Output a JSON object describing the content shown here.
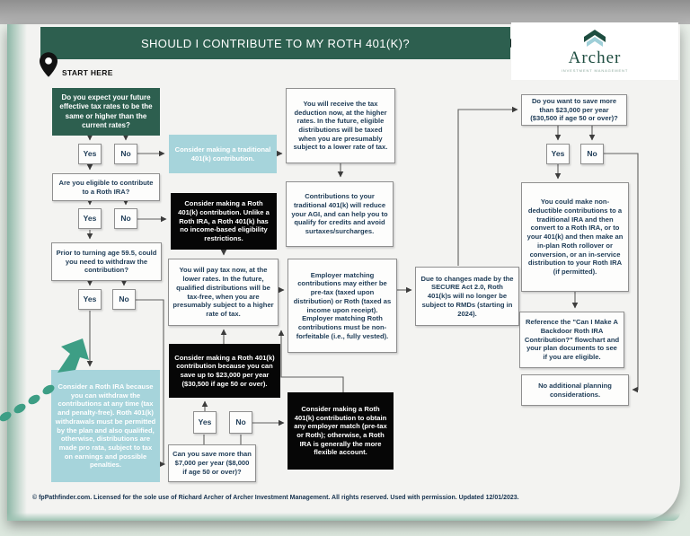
{
  "page": {
    "title": "SHOULD I CONTRIBUTE TO MY ROTH 401(K)?",
    "brand": {
      "name": "Archer",
      "tagline": "INVESTMENT MANAGEMENT"
    },
    "start_label": "START HERE",
    "footer": "© fpPathfinder.com. Licensed for the sole use of Richard Archer of Archer Investment Management. All rights reserved. Used with permission. Updated 12/01/2023."
  },
  "labels": {
    "yes": "Yes",
    "no": "No"
  },
  "boxes": {
    "q_tax_rates": "Do you expect your future effective tax rates to be the same or higher than the current rates?",
    "q_roth_ira_eligible": "Are you eligible to contribute to a Roth IRA?",
    "q_withdraw": "Prior to turning age 59.5, could you need to withdraw the contribution?",
    "consider_roth_ira": "Consider a Roth IRA because you can withdraw the contributions at any time (tax and penalty-free). Roth 401(k) withdrawals must be permitted by the plan and also qualified, otherwise, distributions are made pro rata, subject to tax on earnings and possible penalties.",
    "consider_traditional": "Consider making a traditional 401(k) contribution.",
    "consider_roth_unlike": "Consider making a Roth 401(k) contribution. Unlike a Roth IRA, a Roth 401(k) has no income-based eligibility restrictions.",
    "pay_tax_now": "You will pay tax now, at the lower rates. In the future, qualified distributions will be tax-free, when you are presumably subject to a higher rate of tax.",
    "consider_save_limit": "Consider making a Roth 401(k) contribution because you can save up to $23,000 per year ($30,500 if age 50 or over).",
    "q_save_7000": "Can you save more than $7,000 per year ($8,000 if age 50 or over)?",
    "receive_deduction": "You will receive the tax deduction now, at the higher rates. In the future, eligible distributions will be taxed when you are presumably subject to a lower rate of tax.",
    "reduce_agi": "Contributions to your traditional 401(k) will reduce your AGI, and can help you to qualify for credits and avoid surtaxes/surcharges.",
    "employer_match": "Employer matching contributions may either be pre-tax (taxed upon distribution) or Roth (taxed as income upon receipt). Employer matching Roth contributions must be non-forfeitable (i.e., fully vested).",
    "obtain_match": "Consider making a Roth 401(k) contribution to obtain any employer match (pre-tax or Roth); otherwise, a Roth IRA is generally the more flexible account.",
    "secure_act": "Due to changes made by the SECURE Act 2.0, Roth 401(k)s will no longer be subject to RMDs (starting in 2024).",
    "q_save_more": "Do you want to save more than $23,000 per year ($30,500 if age 50 or over)?",
    "non_deductible": "You could make non-deductible contributions to a traditional IRA and then convert to a Roth IRA, or to your 401(k) and then make an in-plan Roth rollover or conversion, or an in-service distribution to your Roth IRA (if permitted).",
    "backdoor_reference": "Reference the \"Can I Make A Backdoor Roth IRA Contribution?\" flowchart and your plan documents to see if you are eligible.",
    "no_additional": "No additional planning considerations."
  },
  "colors": {
    "header_green": "#2d5f4f",
    "box_blue": "#a6d4db",
    "box_black": "#060606",
    "text_navy": "#1d3b56",
    "arrow_teal": "#3d9e85"
  }
}
